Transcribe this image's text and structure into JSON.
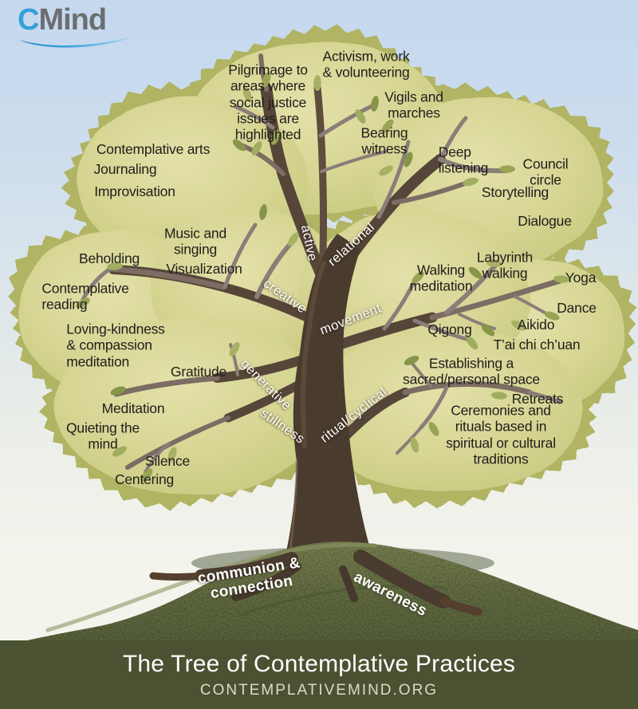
{
  "logo": {
    "c": "C",
    "mind": "Mind"
  },
  "branches": [
    {
      "id": "active",
      "label": "active"
    },
    {
      "id": "relational",
      "label": "relational"
    },
    {
      "id": "creative",
      "label": "creative"
    },
    {
      "id": "movement",
      "label": "movement"
    },
    {
      "id": "generative",
      "label": "generative"
    },
    {
      "id": "stillness",
      "label": "stillness"
    },
    {
      "id": "ritual",
      "label": "ritual/cyclical"
    }
  ],
  "roots": [
    {
      "id": "communion",
      "label": "communion &\nconnection"
    },
    {
      "id": "awareness",
      "label": "awareness"
    }
  ],
  "practices": [
    {
      "id": "activism",
      "label": "Activism, work\n& volunteering"
    },
    {
      "id": "pilgrimage",
      "label": "Pilgrimage to\nareas where\nsocial justice\nissues are\nhighlighted"
    },
    {
      "id": "vigils",
      "label": "Vigils and\nmarches"
    },
    {
      "id": "bearing-witness",
      "label": "Bearing\nwitness"
    },
    {
      "id": "deep-listening",
      "label": "Deep\nlistening"
    },
    {
      "id": "council-circle",
      "label": "Council\ncircle"
    },
    {
      "id": "storytelling",
      "label": "Storytelling"
    },
    {
      "id": "dialogue",
      "label": "Dialogue"
    },
    {
      "id": "contemplative-arts",
      "label": "Contemplative arts"
    },
    {
      "id": "journaling",
      "label": "Journaling"
    },
    {
      "id": "improvisation",
      "label": "Improvisation"
    },
    {
      "id": "music-singing",
      "label": "Music and\nsinging"
    },
    {
      "id": "beholding",
      "label": "Beholding"
    },
    {
      "id": "visualization",
      "label": "Visualization"
    },
    {
      "id": "contemplative-reading",
      "label": "Contemplative\nreading"
    },
    {
      "id": "loving-kindness",
      "label": "Loving-kindness\n& compassion\nmeditation"
    },
    {
      "id": "gratitude",
      "label": "Gratitude"
    },
    {
      "id": "meditation",
      "label": "Meditation"
    },
    {
      "id": "quieting-mind",
      "label": "Quieting the\nmind"
    },
    {
      "id": "silence",
      "label": "Silence"
    },
    {
      "id": "centering",
      "label": "Centering"
    },
    {
      "id": "walking-meditation",
      "label": "Walking\nmeditation"
    },
    {
      "id": "labyrinth-walking",
      "label": "Labyrinth\nwalking"
    },
    {
      "id": "yoga",
      "label": "Yoga"
    },
    {
      "id": "dance",
      "label": "Dance"
    },
    {
      "id": "aikido",
      "label": "Aikido"
    },
    {
      "id": "tai-chi",
      "label": "T’ai chi ch’uan"
    },
    {
      "id": "qigong",
      "label": "Qigong"
    },
    {
      "id": "sacred-space",
      "label": "Establishing a\nsacred/personal space"
    },
    {
      "id": "retreats",
      "label": "Retreats"
    },
    {
      "id": "ceremonies",
      "label": "Ceremonies and\nrituals based in\nspiritual or cultural\ntraditions"
    }
  ],
  "footer": {
    "title": "The Tree of Contemplative Practices",
    "url": "CONTEMPLATIVEMIND.ORG"
  },
  "palette": {
    "sky": "#c5d8ee",
    "canopy_fill": "#d2d38c",
    "canopy_edge": "#b0b463",
    "trunk": "#4a3b2f",
    "branch_tip": "#8b7d78",
    "hill": "#5c6640",
    "footer_bg": "#4a5231",
    "logo_blue": "#35a0da",
    "logo_gray": "#6b6e70",
    "label_text": "#1e1e1c",
    "label_white": "#ffffff"
  }
}
